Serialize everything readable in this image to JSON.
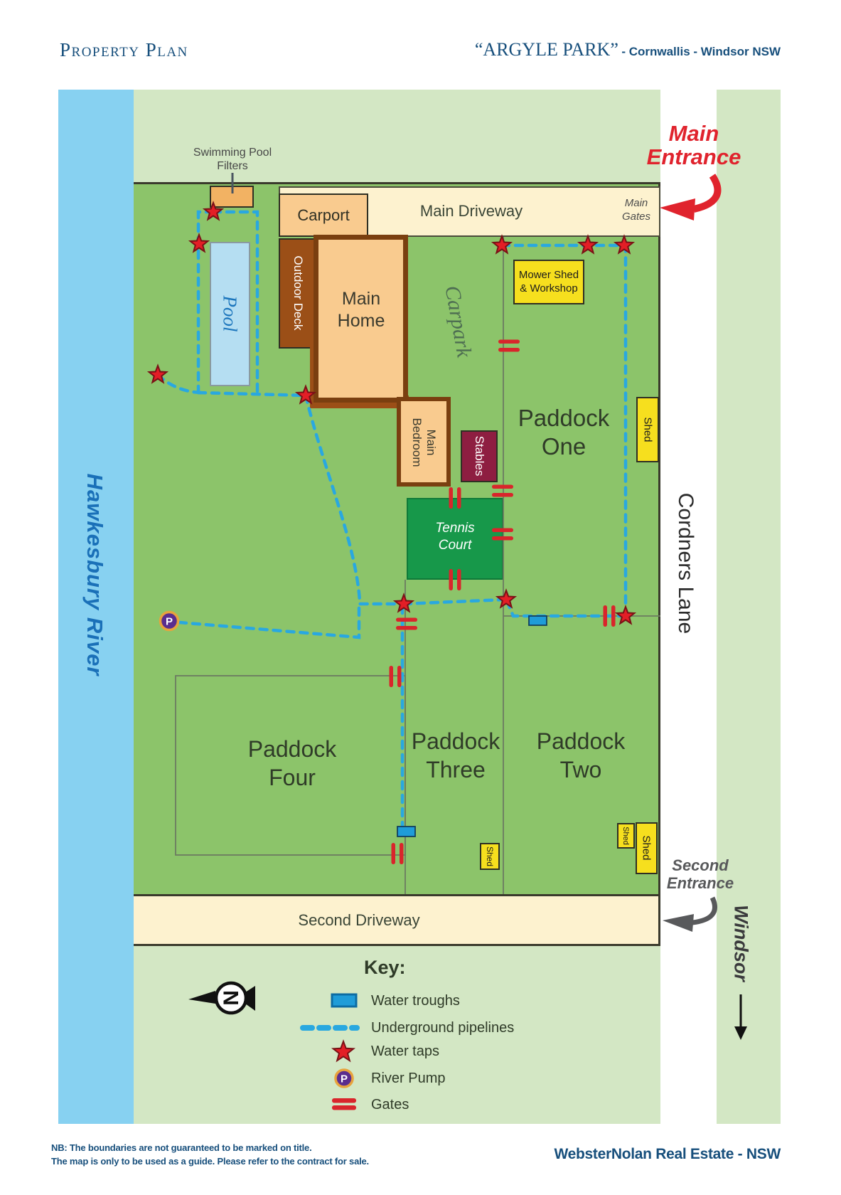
{
  "header": {
    "title": "Property Plan",
    "property_name": "“ARGYLE PARK”",
    "property_location": "- Cornwallis - Windsor NSW"
  },
  "map": {
    "river": "Hawkesbury River",
    "road_right": "Cordners Lane",
    "town": "Windsor",
    "main_entrance": {
      "line1": "Main",
      "line2": "Entrance"
    },
    "second_entrance": {
      "line1": "Second",
      "line2": "Entrance"
    },
    "main_gates": {
      "line1": "Main",
      "line2": "Gates"
    },
    "filters": {
      "line1": "Swimming Pool",
      "line2": "Filters"
    },
    "main_driveway": "Main Driveway",
    "second_driveway": "Second Driveway",
    "carport": "Carport",
    "pool": "Pool",
    "outdoor_deck": "Outdoor Deck",
    "main_home": {
      "line1": "Main",
      "line2": "Home"
    },
    "main_bedroom": {
      "line1": "Main",
      "line2": "Bedroom"
    },
    "stables": "Stables",
    "carpark": "Carpark",
    "mower_shed": {
      "line1": "Mower Shed",
      "line2": "& Workshop"
    },
    "tennis_court": {
      "line1": "Tennis",
      "line2": "Court"
    },
    "shed": "Shed",
    "paddock_one": {
      "line1": "Paddock",
      "line2": "One"
    },
    "paddock_two": {
      "line1": "Paddock",
      "line2": "Two"
    },
    "paddock_three": {
      "line1": "Paddock",
      "line2": "Three"
    },
    "paddock_four": {
      "line1": "Paddock",
      "line2": "Four"
    },
    "compass_letter": "N",
    "pump_letter": "P"
  },
  "key": {
    "title": "Key:",
    "water_troughs": "Water troughs",
    "pipelines": "Underground pipelines",
    "water_taps": "Water taps",
    "river_pump": "River Pump",
    "gates": "Gates",
    "pump_letter": "P"
  },
  "footer": {
    "note_line1": "NB: The boundaries are not guaranteed to be marked on title.",
    "note_line2": "The map is only to be used as a guide. Please refer to the contract for sale.",
    "agency": "WebsterNolan Real Estate - NSW"
  },
  "colors": {
    "river_blue": "#87d1f1",
    "light_green": "#d3e7c4",
    "field_green": "#8cc46a",
    "driveway_cream": "#fdf2cf",
    "building_tan": "#f9cb8f",
    "filter_tan": "#f2b263",
    "deck_brown": "#9b4f17",
    "home_border_brown": "#7a3f10",
    "stables_maroon": "#8e1e41",
    "tennis_green": "#17984a",
    "shed_yellow": "#f6df1e",
    "pipeline_blue": "#29a8e0",
    "trough_blue": "#1f9cd8",
    "tap_red": "#e31e26",
    "gate_red": "#d9252b",
    "header_navy": "#174f7c",
    "entrance_red": "#e0232d"
  }
}
